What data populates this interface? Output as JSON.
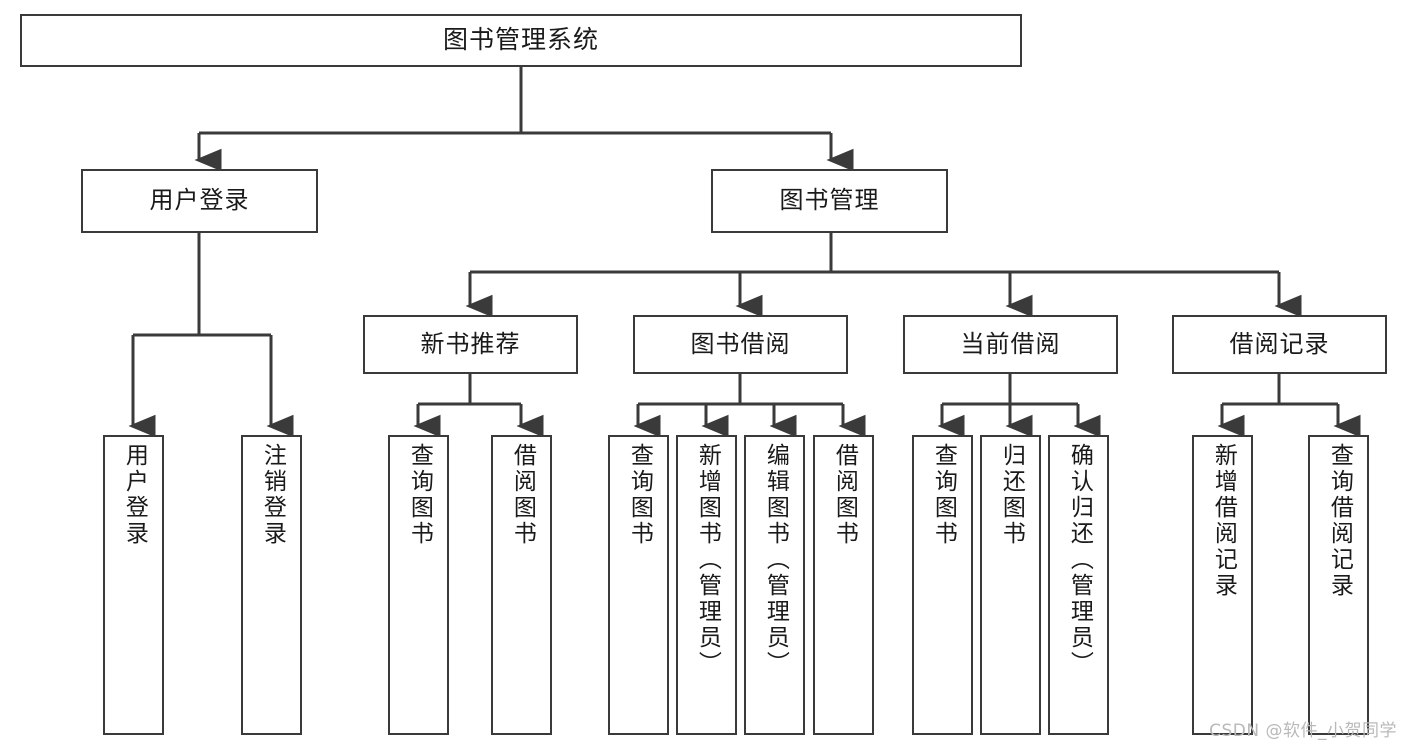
{
  "diagram": {
    "title": "图书管理系统",
    "watermark": "CSDN @软件_小贺同学",
    "colors": {
      "background": "#ffffff",
      "box_border": "#3a3a3a",
      "box_fill": "#ffffff",
      "connector": "#3a3a3a",
      "text": "#1a1a1a",
      "watermark": "#b9b9b9"
    },
    "root": {
      "label": "图书管理系统"
    },
    "level1": [
      {
        "label": "用户登录"
      },
      {
        "label": "图书管理"
      }
    ],
    "level2": [
      {
        "label": "新书推荐"
      },
      {
        "label": "图书借阅"
      },
      {
        "label": "当前借阅"
      },
      {
        "label": "借阅记录"
      }
    ],
    "leaves": {
      "user_login": [
        {
          "label": "用户登录"
        },
        {
          "label": "注销登录"
        }
      ],
      "new_book_recommend": [
        {
          "label": "查询图书"
        },
        {
          "label": "借阅图书"
        }
      ],
      "book_borrow": [
        {
          "label": "查询图书"
        },
        {
          "label": "新增图书（管理员）"
        },
        {
          "label": "编辑图书（管理员）"
        },
        {
          "label": "借阅图书"
        }
      ],
      "current_borrow": [
        {
          "label": "查询图书"
        },
        {
          "label": "归还图书"
        },
        {
          "label": "确认归还（管理员）"
        }
      ],
      "borrow_record": [
        {
          "label": "新增借阅记录"
        },
        {
          "label": "查询借阅记录"
        }
      ]
    }
  }
}
